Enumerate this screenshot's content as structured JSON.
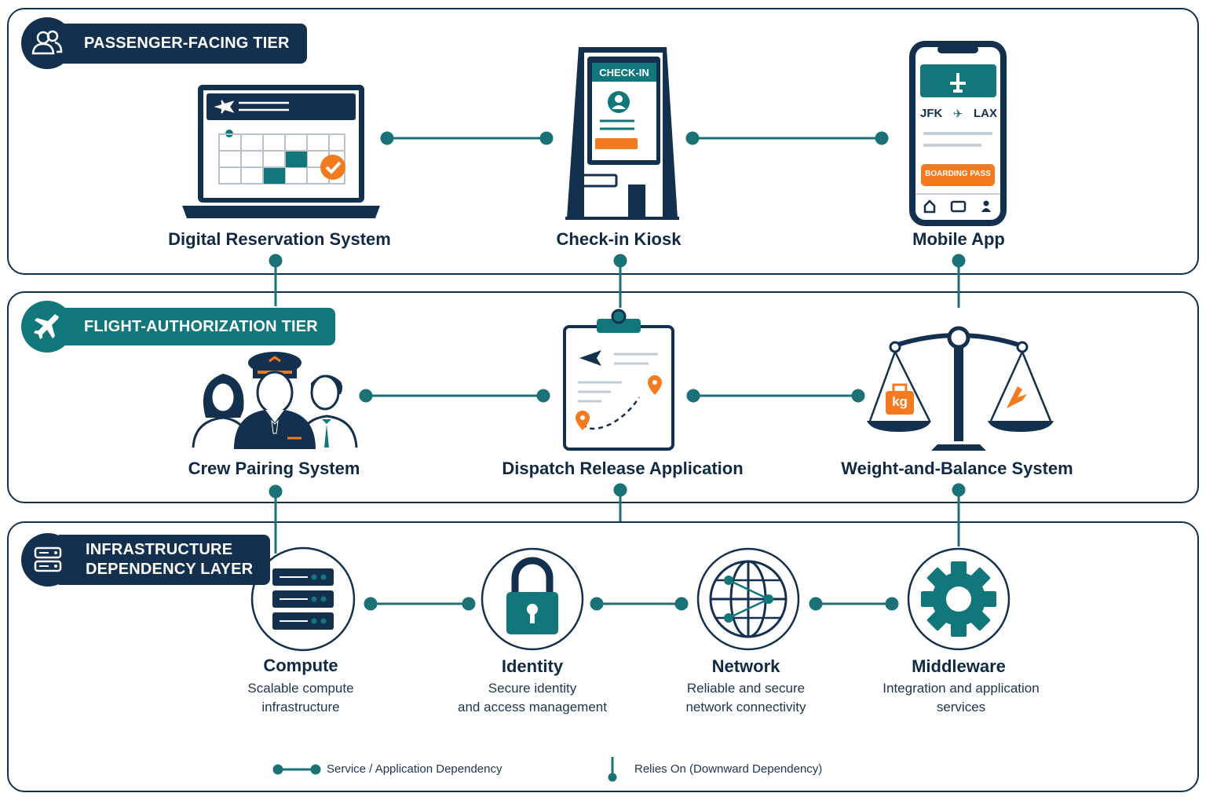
{
  "colors": {
    "navy": "#14304f",
    "teal": "#12777b",
    "orange": "#f47a20",
    "line": "#1a7277"
  },
  "tiers": {
    "passenger": {
      "label": "PASSENGER-FACING TIER",
      "icon": "users-icon"
    },
    "flight": {
      "label": "FLIGHT-AUTHORIZATION TIER",
      "icon": "airplane-icon"
    },
    "infra": {
      "label_line1": "INFRASTRUCTURE",
      "label_line2": "DEPENDENCY LAYER",
      "icon": "server-icon"
    }
  },
  "passenger_systems": [
    {
      "name": "Digital Reservation System",
      "icon": "laptop-calendar-icon"
    },
    {
      "name": "Check-in Kiosk",
      "icon": "kiosk-icon",
      "screen_text": "CHECK-IN"
    },
    {
      "name": "Mobile App",
      "icon": "phone-icon",
      "origin": "JFK",
      "destination": "LAX",
      "button_text": "BOARDING PASS"
    }
  ],
  "flight_systems": [
    {
      "name": "Crew Pairing System",
      "icon": "crew-icon"
    },
    {
      "name": "Dispatch Release Application",
      "icon": "clipboard-route-icon"
    },
    {
      "name": "Weight-and-Balance System",
      "icon": "scale-icon",
      "bag_text": "kg"
    }
  ],
  "infrastructure": [
    {
      "name": "Compute",
      "desc1": "Scalable compute",
      "desc2": "infrastructure",
      "icon": "server-rack-icon"
    },
    {
      "name": "Identity",
      "desc1": "Secure identity",
      "desc2": "and access management",
      "icon": "lock-icon"
    },
    {
      "name": "Network",
      "desc1": "Reliable and secure",
      "desc2": "network connectivity",
      "icon": "globe-icon"
    },
    {
      "name": "Middleware",
      "desc1": "Integration and application",
      "desc2": "services",
      "icon": "gear-icon"
    }
  ],
  "legend": {
    "service_dependency": "Service / Application Dependency",
    "relies_on": "Relies On (Downward Dependency)"
  }
}
